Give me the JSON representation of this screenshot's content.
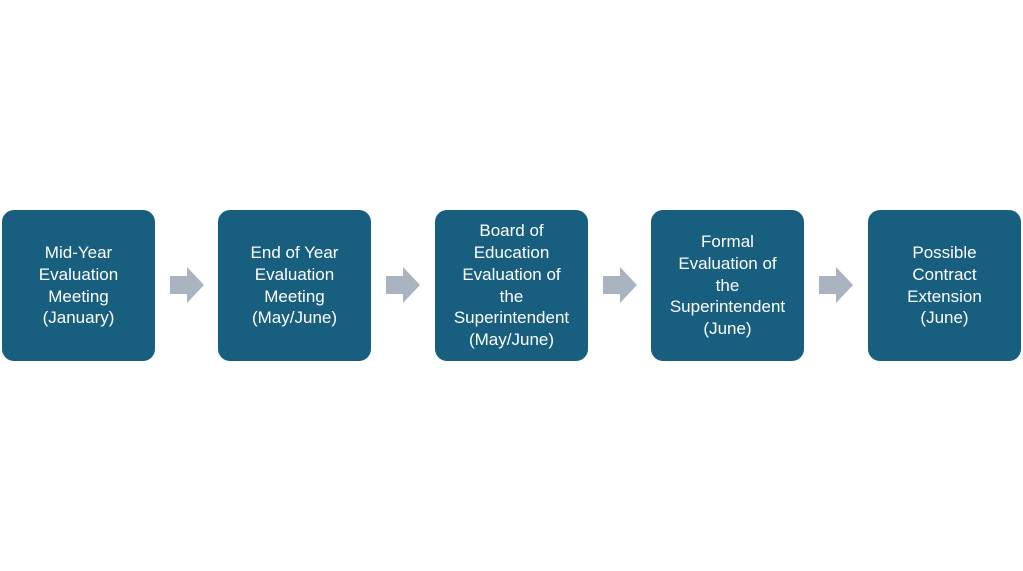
{
  "colors": {
    "box": "#175e7f",
    "arrow": "#a9b4c0",
    "text": "#ffffff"
  },
  "steps": [
    {
      "lines": [
        "Mid-Year",
        "Evaluation",
        "Meeting",
        "(January)"
      ]
    },
    {
      "lines": [
        "End of Year",
        "Evaluation",
        "Meeting",
        "(May/June)"
      ]
    },
    {
      "lines": [
        "Board of",
        "Education",
        "Evaluation of",
        "the",
        "Superintendent",
        "(May/June)"
      ]
    },
    {
      "lines": [
        "Formal",
        "Evaluation of",
        "the",
        "Superintendent",
        "(June)"
      ]
    },
    {
      "lines": [
        "Possible",
        "Contract",
        "Extension",
        "(June)"
      ]
    }
  ]
}
